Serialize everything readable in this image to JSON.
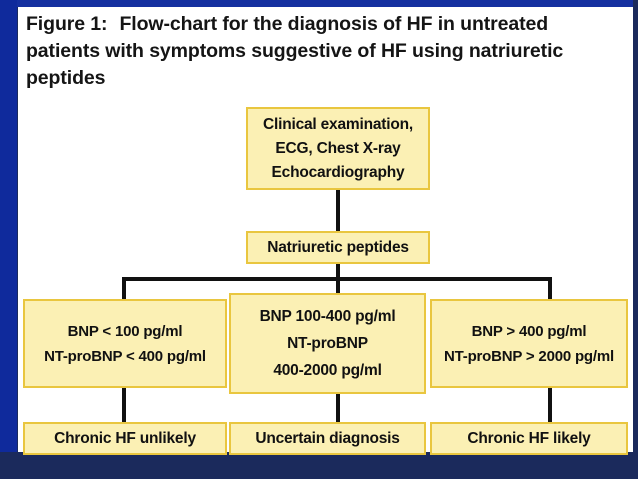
{
  "figure": {
    "label": "Figure 1:",
    "caption": "Flow-chart for the diagnosis of HF in untreated patients with symptoms suggestive of HF using natriuretic peptides"
  },
  "colors": {
    "frame_left": "#0f2a9c",
    "frame_top": "#1530a0",
    "frame_bottom": "#1b2a5c",
    "page_background": "#ffffff",
    "node_fill": "#fbf0b4",
    "node_border": "#e9c63f",
    "connector": "#111111",
    "text": "#111111"
  },
  "chart_data": {
    "type": "flowchart",
    "title": "Flow-chart for the diagnosis of HF in untreated patients with symptoms suggestive of HF using natriuretic peptides",
    "nodes": [
      {
        "id": "initial",
        "role": "process",
        "lines": [
          "Clinical examination,",
          "ECG, Chest X-ray",
          "Echocardiography"
        ]
      },
      {
        "id": "peptides",
        "role": "process",
        "lines": [
          "Natriuretic peptides"
        ]
      },
      {
        "id": "low",
        "role": "criteria",
        "lines": [
          "BNP < 100 pg/ml",
          "NT-proBNP < 400 pg/ml"
        ]
      },
      {
        "id": "mid",
        "role": "criteria",
        "lines": [
          "BNP 100-400 pg/ml",
          "NT-proBNP",
          "400-2000 pg/ml"
        ]
      },
      {
        "id": "high",
        "role": "criteria",
        "lines": [
          "BNP > 400 pg/ml",
          "NT-proBNP > 2000 pg/ml"
        ]
      },
      {
        "id": "unlikely",
        "role": "conclusion",
        "lines": [
          "Chronic HF unlikely"
        ]
      },
      {
        "id": "uncertain",
        "role": "conclusion",
        "lines": [
          "Uncertain diagnosis"
        ]
      },
      {
        "id": "likely",
        "role": "conclusion",
        "lines": [
          "Chronic HF likely"
        ]
      }
    ],
    "edges": [
      {
        "from": "initial",
        "to": "peptides"
      },
      {
        "from": "peptides",
        "to": "low"
      },
      {
        "from": "peptides",
        "to": "mid"
      },
      {
        "from": "peptides",
        "to": "high"
      },
      {
        "from": "low",
        "to": "unlikely"
      },
      {
        "from": "mid",
        "to": "uncertain"
      },
      {
        "from": "high",
        "to": "likely"
      }
    ]
  },
  "nodes": {
    "initial": {
      "line1": "Clinical examination,",
      "line2": "ECG, Chest X-ray",
      "line3": "Echocardiography"
    },
    "peptides": {
      "line1": "Natriuretic peptides"
    },
    "low": {
      "line1": "BNP < 100 pg/ml",
      "line2": "NT-proBNP < 400 pg/ml"
    },
    "mid": {
      "line1": "BNP 100-400 pg/ml",
      "line2": "NT-proBNP",
      "line3": "400-2000 pg/ml"
    },
    "high": {
      "line1": "BNP > 400 pg/ml",
      "line2": "NT-proBNP > 2000 pg/ml"
    },
    "unlikely": {
      "line1": "Chronic HF unlikely"
    },
    "uncertain": {
      "line1": "Uncertain diagnosis"
    },
    "likely": {
      "line1": "Chronic HF likely"
    }
  }
}
